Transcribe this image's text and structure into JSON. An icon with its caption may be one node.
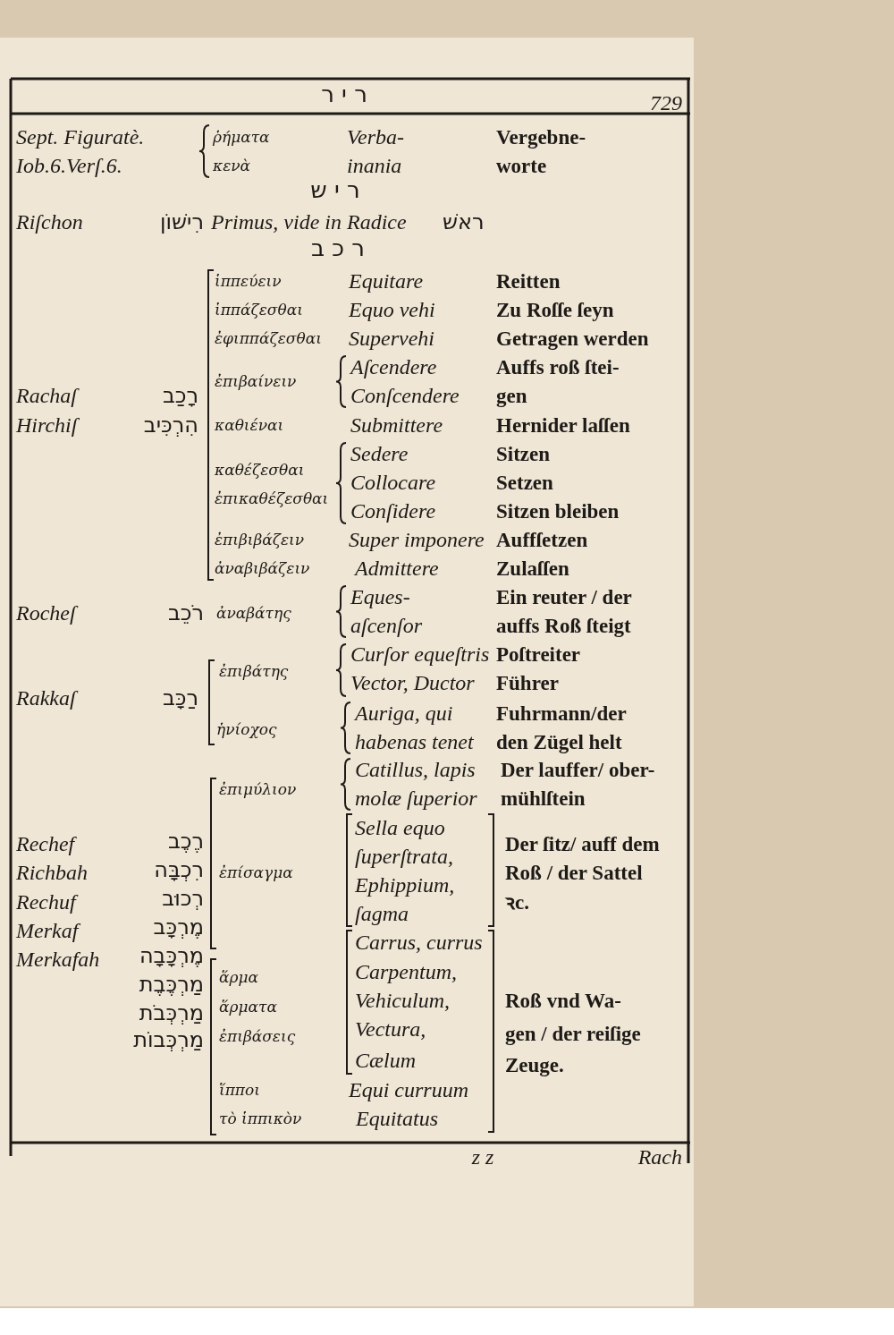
{
  "diagram": {
    "labels": [
      "ר י ר",
      "729",
      "Sept. Figuratè.",
      "ῥήματα",
      "Verba-",
      "Vergebne-",
      "Iob.6.Verſ.6.",
      "κενὰ",
      "inania",
      "worte",
      "ר י ש",
      "Riſchon",
      "רִישׁוֹן",
      "Primus, vide in Radice",
      "ראשׁ",
      "ר כ ב",
      "ἱππεύειν",
      "Equitare",
      "Reitten",
      "ἱππάζεσθαι",
      "Equo vehi",
      "Zu Roſſe ſeyn",
      "ἐφιππάζεσθαι",
      "Supervehi",
      "Getragen werden",
      "ἐπιβαίνειν",
      "Aſcendere",
      "Auffs roß ſtei-",
      "Rachaſ",
      "רָכַב",
      "Conſcendere",
      "gen",
      "Hirchiſ",
      "הִרְכִּיב",
      "καθιέναι",
      "Submittere",
      "Hernider laſſen",
      "Sedere",
      "Sitzen",
      "καθέζεσθαι",
      "Collocare",
      "Setzen",
      "ἐπικαθέζεσθαι",
      "Conſidere",
      "Sitzen bleiben",
      "ἐπιβιβάζειν",
      "Super imponere",
      "Auffſetzen",
      "ἀναβιβάζειν",
      "Admittere",
      "Zulaſſen",
      "Eques-",
      "Ein reuter / der",
      "Rocheſ",
      "רֹכֵב",
      "ἀναβάτης",
      "aſcenſor",
      "auffs Roß ſteigt",
      "Curſor equeſtris",
      "Poſtreiter",
      "ἐπιβάτης",
      "Rakkaſ",
      "רַכָּב",
      "Vector, Ductor",
      "Führer",
      "Auriga, qui",
      "Fuhrmann/der",
      "ἡνίοχος",
      "habenas tenet",
      "den Zügel helt",
      "Catillus, lapis",
      "Der lauffer/ ober-",
      "ἐπιμύλιον",
      "molæ ſuperior",
      "mühlſtein",
      "Sella equo",
      "Rechef",
      "רֶכֶב",
      "Der ſitz/ auff dem",
      "ſuperſtrata,",
      "Richbah",
      "רִכְבָּה",
      "ἐπίσαγμα",
      "Roß / der Sattel",
      "Ephippium,",
      "Rechuf",
      "רְכוּב",
      "ꝛc.",
      "ſagma",
      "Merkaf",
      "מֶרְכָּב",
      "Carrus, currus",
      "Merkafah",
      "מֶרְכָּבָה",
      "Carpentum,",
      "מַרְכֶּבֶת",
      "ἅρμα",
      "Vehiculum,",
      "מַרְכְּבֹת",
      "ἅρματα",
      "Roß vnd Wa-",
      "מַרְכְּבוֹת",
      "ἐπιβάσεις",
      "Vectura,",
      "gen / der reiſige",
      "Cælum",
      "Zeuge.",
      "ἵπποι",
      "Equi curruum",
      "τὸ ἱππικὸν",
      "Equitatus",
      "z z",
      "Rach"
    ]
  }
}
